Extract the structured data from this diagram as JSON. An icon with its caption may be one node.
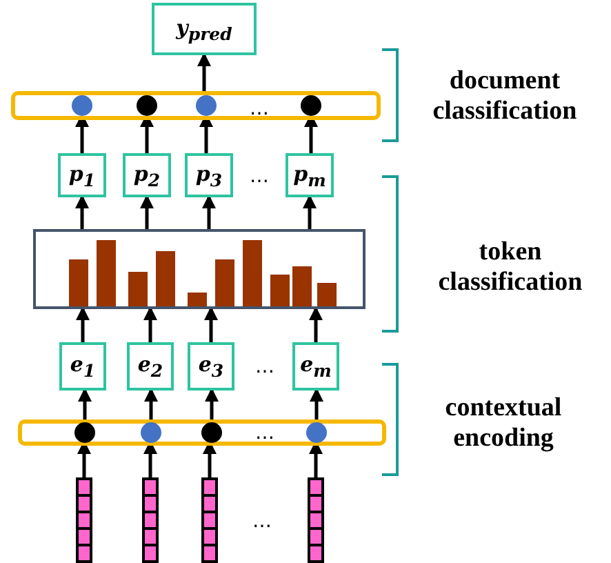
{
  "diagram": {
    "nodes": [
      {
        "text": [
          "y$_{pred}$"
        ]
      },
      {
        "text": [],
        "shape": "box"
      },
      {
        "text": [],
        "shape": "circle",
        "in": 1
      },
      {
        "text": [],
        "shape": "circle",
        "in": 1
      },
      {
        "text": [],
        "shape": "circle",
        "in": 1
      },
      {
        "text": [],
        "shape": "circle",
        "in": 1
      },
      {
        "text": [
          "p$_{1}$"
        ]
      },
      {
        "text": [
          "p$_{2}$"
        ]
      },
      {
        "text": [
          "p$_{3}$"
        ]
      },
      {
        "text": [
          "p$_{m}$"
        ]
      },
      {
        "text": [],
        "shape": "picture"
      },
      {
        "text": [
          "e$_{1}$"
        ]
      },
      {
        "text": [
          "e$_{2}$"
        ]
      },
      {
        "text": [
          "e$_{3}$"
        ]
      },
      {
        "text": [
          "e$_{m}$"
        ]
      },
      {
        "text": [],
        "shape": "box"
      },
      {
        "text": [],
        "shape": "circle",
        "in": 15
      },
      {
        "text": [],
        "shape": "circle",
        "in": 15
      },
      {
        "text": [],
        "shape": "circle",
        "in": 15
      },
      {
        "text": [],
        "shape": "circle",
        "in": 15
      },
      {
        "text": [],
        "shape": "bar"
      },
      {
        "text": [],
        "shape": "bar"
      },
      {
        "text": [],
        "shape": "bar"
      },
      {
        "text": [],
        "shape": "bar"
      }
    ],
    "edges": [
      {
        "from": 1,
        "to": 0,
        "arrow": "to"
      },
      {
        "from": 6,
        "to": 2,
        "arrow": "to"
      },
      {
        "from": 7,
        "to": 3,
        "arrow": "to"
      },
      {
        "from": 8,
        "to": 4,
        "arrow": "to"
      },
      {
        "from": 9,
        "to": 5,
        "arrow": "to"
      },
      {
        "from": 10,
        "to": 6,
        "arrow": "to"
      },
      {
        "from": 10,
        "to": 7,
        "arrow": "to"
      },
      {
        "from": 10,
        "to": 8,
        "arrow": "to"
      },
      {
        "from": 10,
        "to": 9,
        "arrow": "to"
      },
      {
        "from": 11,
        "to": 10,
        "arrow": "to"
      },
      {
        "from": 12,
        "to": 10,
        "arrow": "to"
      },
      {
        "from": 13,
        "to": 10,
        "arrow": "to"
      },
      {
        "from": 14,
        "to": 10,
        "arrow": "to"
      },
      {
        "from": 16,
        "to": 11,
        "arrow": "to"
      },
      {
        "from": 17,
        "to": 12,
        "arrow": "to"
      },
      {
        "from": 18,
        "to": 13,
        "arrow": "to"
      },
      {
        "from": 19,
        "to": 14,
        "arrow": "to"
      },
      {
        "from": 20,
        "to": 16,
        "arrow": "to"
      },
      {
        "from": 21,
        "to": 17,
        "arrow": "to"
      },
      {
        "from": 22,
        "to": 18,
        "arrow": "to"
      },
      {
        "from": 23,
        "to": 19,
        "arrow": "to"
      }
    ],
    "labels": [
      "…",
      "…",
      "…",
      "…",
      "…",
      "document classification",
      "token classification",
      "contextual encoding"
    ]
  }
}
